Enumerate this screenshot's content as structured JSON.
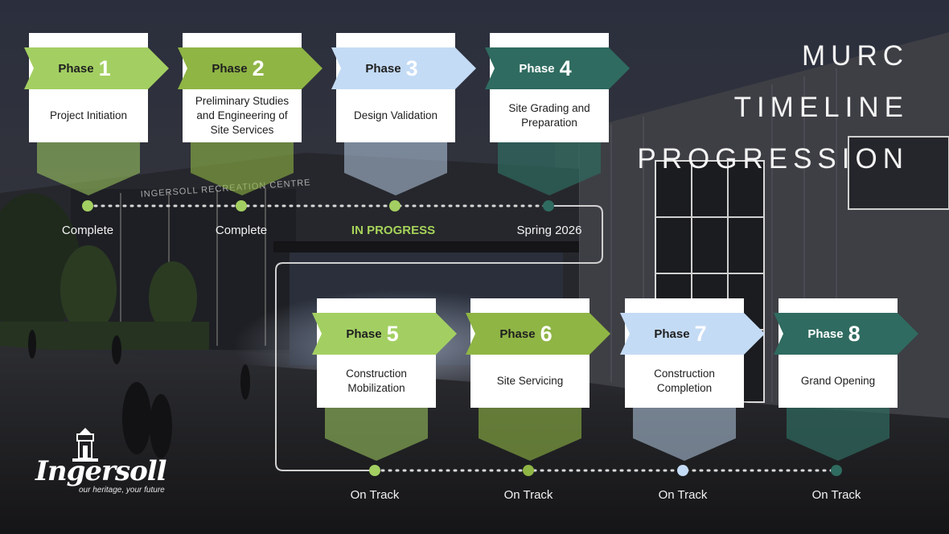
{
  "title": {
    "line1": "MURC",
    "line2": "TIMELINE",
    "line3": "PROGRESSION"
  },
  "building_sign": "INGERSOLL RECREATION CENTRE",
  "logo": {
    "wordmark": "Ingersoll",
    "tagline": "our heritage, your future"
  },
  "colors": {
    "light_green": "#a3cf62",
    "olive_green": "#8fb545",
    "light_blue": "#c4dbf5",
    "dark_teal": "#2f6b60",
    "status_highlight": "#a6d35a"
  },
  "phases": [
    {
      "word": "Phase",
      "num": "1",
      "desc": "Project Initiation",
      "status": "Complete"
    },
    {
      "word": "Phase",
      "num": "2",
      "desc": "Preliminary Studies and Engineering of Site Services",
      "status": "Complete"
    },
    {
      "word": "Phase",
      "num": "3",
      "desc": "Design Validation",
      "status": "IN PROGRESS"
    },
    {
      "word": "Phase",
      "num": "4",
      "desc": "Site Grading and Preparation",
      "status": "Spring 2026"
    },
    {
      "word": "Phase",
      "num": "5",
      "desc": "Construction Mobilization",
      "status": "On Track"
    },
    {
      "word": "Phase",
      "num": "6",
      "desc": "Site Servicing",
      "status": "On Track"
    },
    {
      "word": "Phase",
      "num": "7",
      "desc": "Construction Completion",
      "status": "On Track"
    },
    {
      "word": "Phase",
      "num": "8",
      "desc": "Grand Opening",
      "status": "On Track"
    }
  ]
}
